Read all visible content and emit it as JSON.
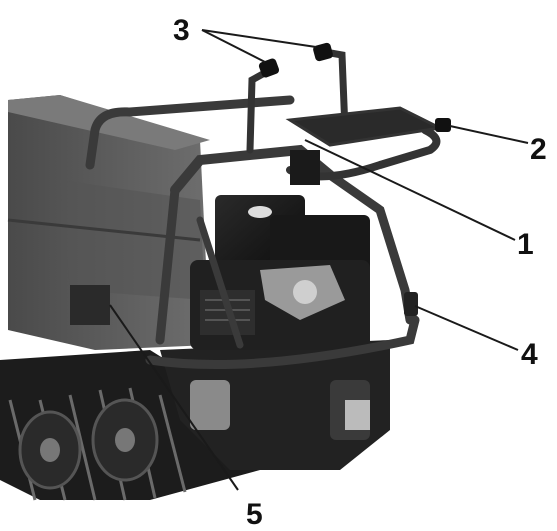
{
  "callouts": [
    {
      "id": "c3",
      "label": "3"
    },
    {
      "id": "c2",
      "label": "2"
    },
    {
      "id": "c1",
      "label": "1"
    },
    {
      "id": "c4",
      "label": "4"
    },
    {
      "id": "c5",
      "label": "5"
    }
  ],
  "colors": {
    "body": "#5a5a5a",
    "body_dark": "#2e2e2e",
    "frame": "#3a3a3a",
    "track": "#1e1e1e",
    "engine": "#141414"
  }
}
